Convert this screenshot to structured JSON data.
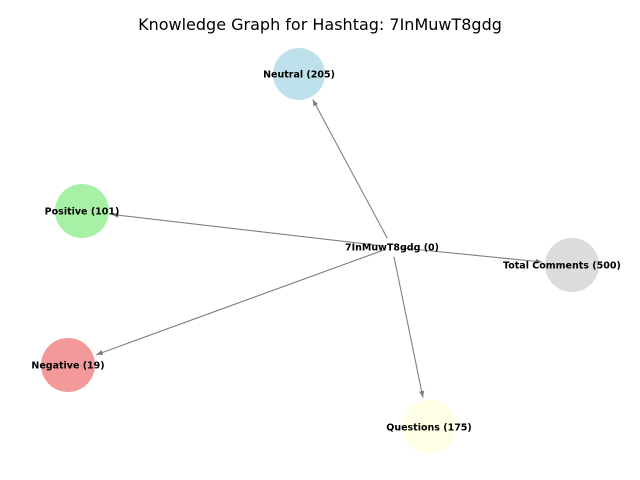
{
  "title": "Knowledge Graph for Hashtag: 7InMuwT8gdg",
  "nodes": [
    {
      "id": "center",
      "label": "7InMuwT8gdg (0)",
      "color": "#ffffff"
    },
    {
      "id": "neutral",
      "label": "Neutral (205)",
      "color": "#add8e6"
    },
    {
      "id": "positive",
      "label": "Positive (101)",
      "color": "#90ee90"
    },
    {
      "id": "negative",
      "label": "Negative (19)",
      "color": "#f08080"
    },
    {
      "id": "questions",
      "label": "Questions (175)",
      "color": "#ffffe0"
    },
    {
      "id": "total",
      "label": "Total Comments (500)",
      "color": "#d3d3d3"
    }
  ],
  "edges": [
    {
      "from": "center",
      "to": "neutral"
    },
    {
      "from": "center",
      "to": "positive"
    },
    {
      "from": "center",
      "to": "negative"
    },
    {
      "from": "center",
      "to": "questions"
    },
    {
      "from": "center",
      "to": "total"
    }
  ]
}
